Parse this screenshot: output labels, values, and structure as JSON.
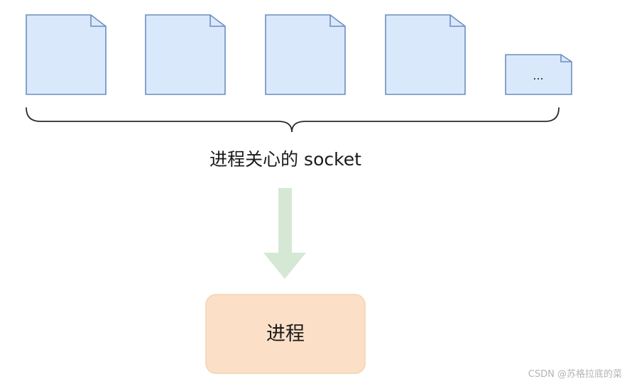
{
  "documents": [
    {
      "label": ""
    },
    {
      "label": ""
    },
    {
      "label": ""
    },
    {
      "label": ""
    },
    {
      "label": "..."
    }
  ],
  "group_label": "进程关心的 socket",
  "process_label": "进程",
  "watermark": "CSDN @苏格拉底的菜",
  "colors": {
    "doc_fill": "#dae8fc",
    "doc_stroke": "#6c8ebf",
    "arrow": "#d5e8d4",
    "process_fill": "#fbe0c7",
    "process_stroke": "#f5d1b0",
    "brace": "#2b2b2b"
  }
}
